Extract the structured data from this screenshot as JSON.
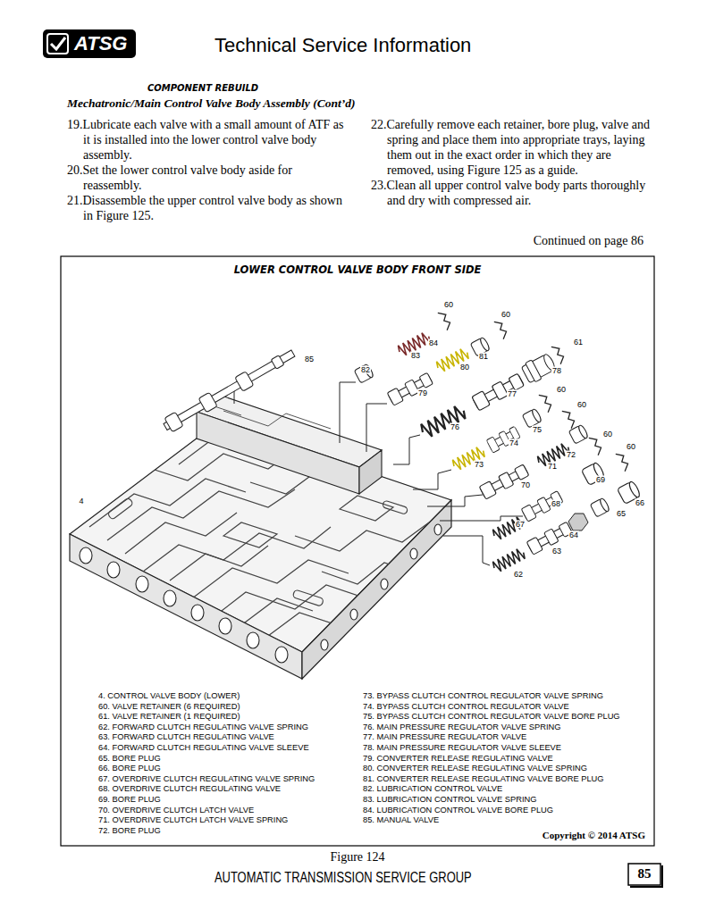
{
  "diagram": {
    "title": "Technical Service Information",
    "caption": "Figure 124",
    "labels": [
      "ATSG",
      "COMPONENT REBUILD",
      "Mechatronic/Main Control Valve Body Assembly (Cont’d)",
      "19.Lubricate each valve with a small amount of ATF as it is installed into the lower control valve body assembly.",
      "20.Set the lower control valve body aside for reassembly.",
      "21.Disassemble the upper control valve body as shown in Figure 125.",
      "22.Carefully remove each retainer, bore plug, valve and spring and place them into appropriate trays, laying them out in the exact order in which they are removed, using Figure 125 as a guide.",
      "23.Clean all upper control valve body parts thoroughly and dry with compressed air.",
      "Continued on page 86",
      "LOWER CONTROL VALVE BODY FRONT SIDE",
      "60",
      "60",
      "61",
      "84",
      "85",
      "83",
      "81",
      "82",
      "80",
      "78",
      "60",
      "79",
      "77",
      "60",
      "76",
      "75",
      "60",
      "74",
      "72",
      "60",
      "73",
      "71",
      "69",
      "70",
      "66",
      "4",
      "68",
      "65",
      "67",
      "64",
      "63",
      "62",
      "4. CONTROL VALVE BODY (LOWER)",
      "60. VALVE RETAINER (6 REQUIRED)",
      "61. VALVE RETAINER (1 REQUIRED)",
      "62. FORWARD CLUTCH REGULATING VALVE SPRING",
      "63. FORWARD CLUTCH REGULATING VALVE",
      "64. FORWARD CLUTCH REGULATING VALVE SLEEVE",
      "65. BORE PLUG",
      "66. BORE PLUG",
      "67. OVERDRIVE CLUTCH REGULATING VALVE SPRING",
      "68. OVERDRIVE CLUTCH REGULATING VALVE",
      "69. BORE PLUG",
      "70. OVERDRIVE CLUTCH LATCH VALVE",
      "71. OVERDRIVE CLUTCH LATCH VALVE SPRING",
      "72. BORE PLUG",
      "73. BYPASS CLUTCH CONTROL REGULATOR VALVE SPRING",
      "74. BYPASS CLUTCH CONTROL REGULATOR VALVE",
      "75. BYPASS CLUTCH CONTROL REGULATOR VALVE BORE PLUG",
      "76. MAIN PRESSURE REGULATOR VALVE SPRING",
      "77. MAIN PRESSURE REGULATOR VALVE",
      "78. MAIN PRESSURE REGULATOR VALVE SLEEVE",
      "79. CONVERTER RELEASE REGULATING VALVE",
      "80. CONVERTER RELEASE REGULATING VALVE SPRING",
      "81. CONVERTER RELEASE REGULATING VALVE BORE PLUG",
      "82. LUBRICATION CONTROL VALVE",
      "83. LUBRICATION CONTROL VALVE SPRING",
      "84. LUBRICATION CONTROL VALVE BORE PLUG",
      "85. MANUAL VALVE",
      "Copyright © 2014 ATSG",
      "AUTOMATIC TRANSMISSION SERVICE GROUP",
      "85"
    ]
  }
}
